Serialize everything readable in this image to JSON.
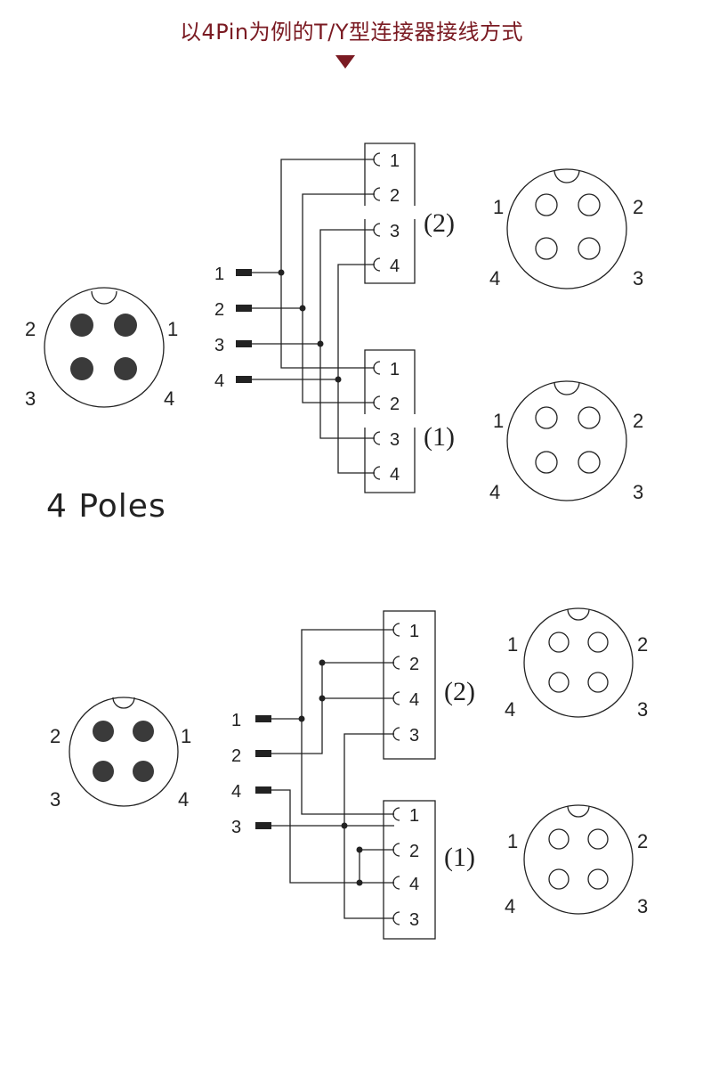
{
  "title": "以4Pin为例的T/Y型连接器接线方式",
  "poles_label": "4 Poles",
  "colors": {
    "title": "#7a1a22",
    "line": "#222222",
    "filled_pin": "#3a3a3a"
  },
  "icons": {
    "title_marker": "down-triangle-icon"
  },
  "diagram1": {
    "main_connector": {
      "top_left": "2",
      "top_right": "1",
      "bottom_left": "3",
      "bottom_right": "4"
    },
    "inputs": [
      "1",
      "2",
      "3",
      "4"
    ],
    "output_2": {
      "label": "(2)",
      "socket_pins": [
        "1",
        "2",
        "3",
        "4"
      ]
    },
    "output_1": {
      "label": "(1)",
      "socket_pins": [
        "1",
        "2",
        "3",
        "4"
      ]
    },
    "face_2": {
      "top_left": "1",
      "top_right": "2",
      "bottom_left": "4",
      "bottom_right": "3"
    },
    "face_1": {
      "top_left": "1",
      "top_right": "2",
      "bottom_left": "4",
      "bottom_right": "3"
    }
  },
  "diagram2": {
    "main_connector": {
      "top_left": "2",
      "top_right": "1",
      "bottom_left": "3",
      "bottom_right": "4"
    },
    "inputs": [
      "1",
      "2",
      "4",
      "3"
    ],
    "output_2": {
      "label": "(2)",
      "socket_pins": [
        "1",
        "2",
        "4",
        "3"
      ]
    },
    "output_1": {
      "label": "(1)",
      "socket_pins": [
        "1",
        "2",
        "4",
        "3"
      ]
    },
    "face_2": {
      "top_left": "1",
      "top_right": "2",
      "bottom_left": "4",
      "bottom_right": "3"
    },
    "face_1": {
      "top_left": "1",
      "top_right": "2",
      "bottom_left": "4",
      "bottom_right": "3"
    }
  }
}
